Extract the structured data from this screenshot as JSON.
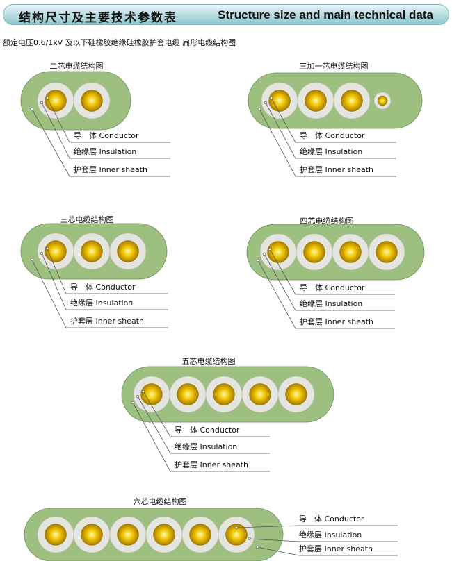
{
  "header": {
    "title_cn": "结构尺寸及主要技术参数表",
    "title_en": "Structure size and main technical data"
  },
  "subtitle": "额定电压0.6/1kV 及以下硅橡胶绝缘硅橡胶护套电缆 扁形电缆结构图",
  "labels": {
    "conductor": "导　体 Conductor",
    "insulation": "绝缘层 Insulation",
    "sheath": "护套层 Inner sheath"
  },
  "diagrams": [
    {
      "title": "二芯电缆结构图",
      "cores": 2,
      "small_cores": 0
    },
    {
      "title": "三加一芯电缆结构图",
      "cores": 3,
      "small_cores": 1
    },
    {
      "title": "三芯电缆结构图",
      "cores": 3,
      "small_cores": 0
    },
    {
      "title": "四芯电缆结构图",
      "cores": 4,
      "small_cores": 0
    },
    {
      "title": "五芯电缆结构图",
      "cores": 5,
      "small_cores": 0
    },
    {
      "title": "六芯电缆结构图",
      "cores": 6,
      "small_cores": 0
    }
  ],
  "colors": {
    "sheath": "#9dbf80",
    "insulation": "#e4e5df",
    "conductor_light": "#fff6b0",
    "conductor": "#e6b800",
    "conductor_dark": "#a87a00"
  }
}
